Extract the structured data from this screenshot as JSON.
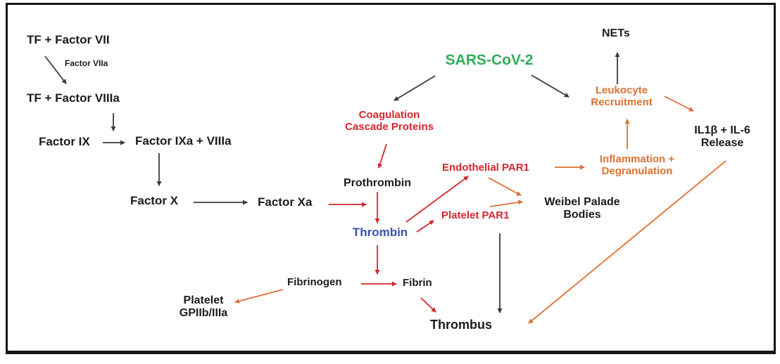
{
  "colors": {
    "red": "#d5262e",
    "orange": "#db7134",
    "green": "#2fad58",
    "blue": "#3a51ab",
    "black": "#1b1b1b",
    "arrow_black": "#3b3b3b"
  },
  "nodes": {
    "tf_factor_vii": {
      "label": "TF + Factor VII"
    },
    "factor_viia": {
      "label": "Factor VIIa"
    },
    "tf_factor_viiia": {
      "label": "TF + Factor VIIIa"
    },
    "factor_ix": {
      "label": "Factor IX"
    },
    "factor_ixa_viiia": {
      "label": "Factor IXa + VIIIa"
    },
    "factor_x": {
      "label": "Factor X"
    },
    "factor_xa": {
      "label": "Factor Xa"
    },
    "sars_cov_2": {
      "label": "SARS-CoV-2"
    },
    "coagulation_cascade": {
      "lines": [
        "Coagulation",
        "Cascade Proteins"
      ]
    },
    "prothrombin": {
      "label": "Prothrombin"
    },
    "thrombin": {
      "label": "Thrombin"
    },
    "endothelial_par1": {
      "label": "Endothelial PAR1"
    },
    "platelet_par1": {
      "label": "Platelet PAR1"
    },
    "weibel_palade": {
      "lines": [
        "Weibel Palade",
        "Bodies"
      ]
    },
    "nets": {
      "label": "NETs"
    },
    "leukocyte_recruitment": {
      "lines": [
        "Leukocyte",
        "Recruitment"
      ]
    },
    "inflammation_degranulation": {
      "lines": [
        "Inflammation +",
        "Degranulation"
      ]
    },
    "il1b_il6": {
      "lines": [
        "IL1β + IL-6",
        "Release"
      ]
    },
    "fibrinogen": {
      "label": "Fibrinogen"
    },
    "fibrin": {
      "label": "Fibrin"
    },
    "platelet_gpiib": {
      "lines": [
        "Platelet",
        "GPIIb/IIIa"
      ]
    },
    "thrombus": {
      "label": "Thrombus"
    }
  }
}
